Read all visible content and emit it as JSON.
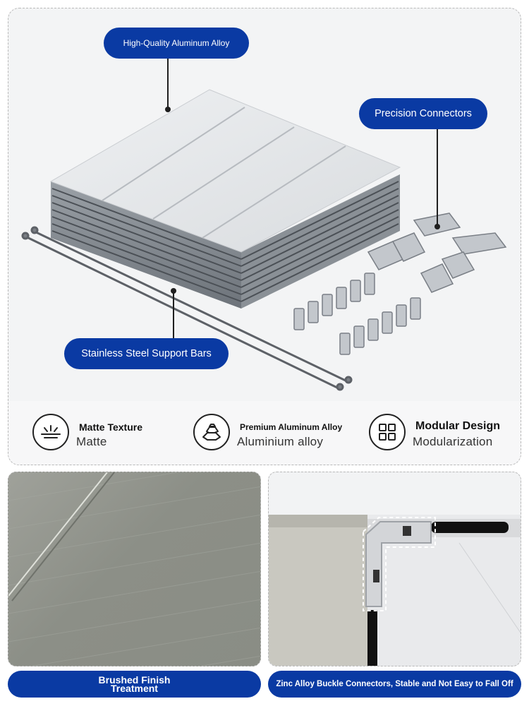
{
  "callouts": {
    "alloy": "High-Quality Aluminum Alloy",
    "connectors": "Precision Connectors",
    "bars": "Stainless Steel Support Bars"
  },
  "features": [
    {
      "icon": "sparkle-lines-icon",
      "title": "Matte Texture",
      "subtitle": "Matte"
    },
    {
      "icon": "metal-ingots-icon",
      "title": "Premium Aluminum Alloy",
      "subtitle": "Aluminium alloy"
    },
    {
      "icon": "grid-squares-icon",
      "title": "Modular Design",
      "subtitle": "Modularization"
    }
  ],
  "captions": {
    "left": "Brushed Finish Treatment",
    "right": "Zinc Alloy Buckle Connectors, Stable and Not Easy to Fall Off"
  },
  "colors": {
    "accent": "#0a3aa3",
    "background": "#f3f4f5"
  }
}
